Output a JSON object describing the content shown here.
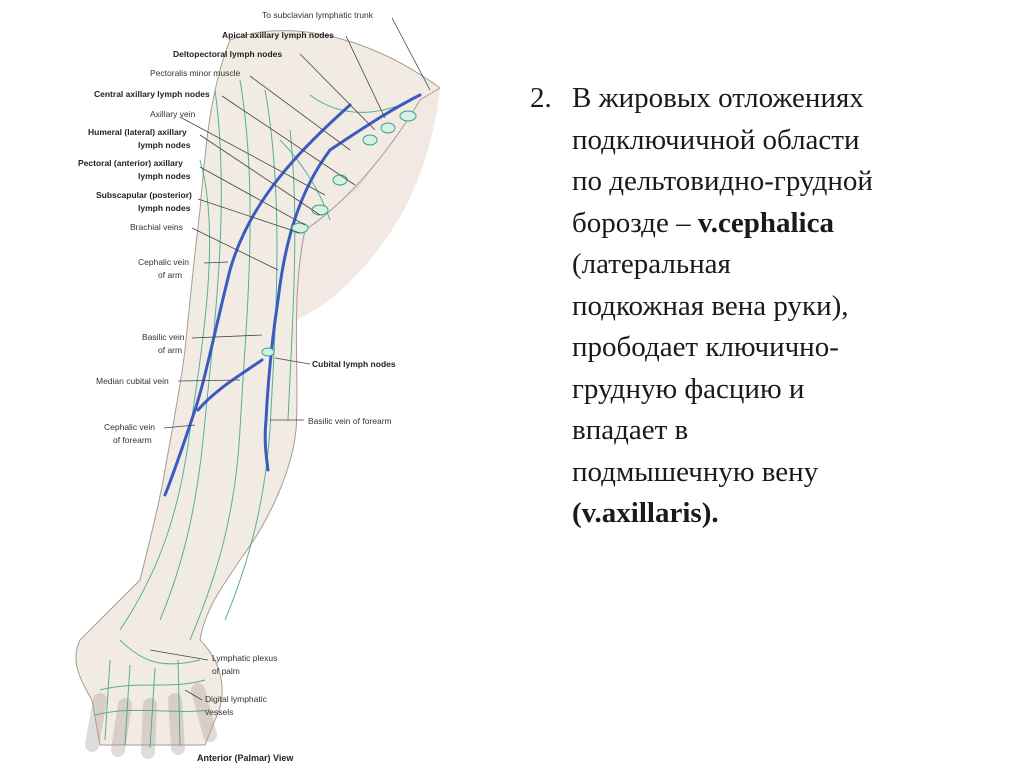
{
  "figure": {
    "labels": [
      "To subclavian lymphatic trunk",
      "Apical axillary lymph nodes",
      "Deltopectoral lymph nodes",
      "Pectoralis minor muscle",
      "Central axillary lymph nodes",
      "Axillary vein",
      "Humeral (lateral) axillary",
      "lymph nodes",
      "Pectoral (anterior) axillary",
      "lymph nodes",
      "Subscapular (posterior)",
      "lymph nodes",
      "Brachial veins",
      "Cephalic vein",
      "of arm",
      "Basilic vein",
      "of arm",
      "Median cubital vein",
      "Cephalic vein",
      "of forearm",
      "Lymphatic plexus",
      "of palm",
      "Digital lymphatic",
      "vessels",
      "Cubital lymph nodes",
      "Basilic vein of forearm"
    ],
    "caption": "Anterior (Palmar) View"
  },
  "text": {
    "number": "2.",
    "line1": "В жировых отложениях",
    "line2": "подключичной области",
    "line3": "по дельтовидно-грудной",
    "line4_pre": "борозде – ",
    "line4_bold": "v.cephalica",
    "line5": "(латеральная",
    "line6": "подкожная вена руки),",
    "line7": "прободает ключично-",
    "line8": "грудную фасцию и",
    "line9": "впадает в",
    "line10": "подмышечную вену",
    "line11_bold": "(v.axillaris)."
  },
  "colors": {
    "vein": "#3b5bbf",
    "lymph": "#3aa58a",
    "skin": "#efe6dc",
    "outline": "#9a8f85"
  }
}
